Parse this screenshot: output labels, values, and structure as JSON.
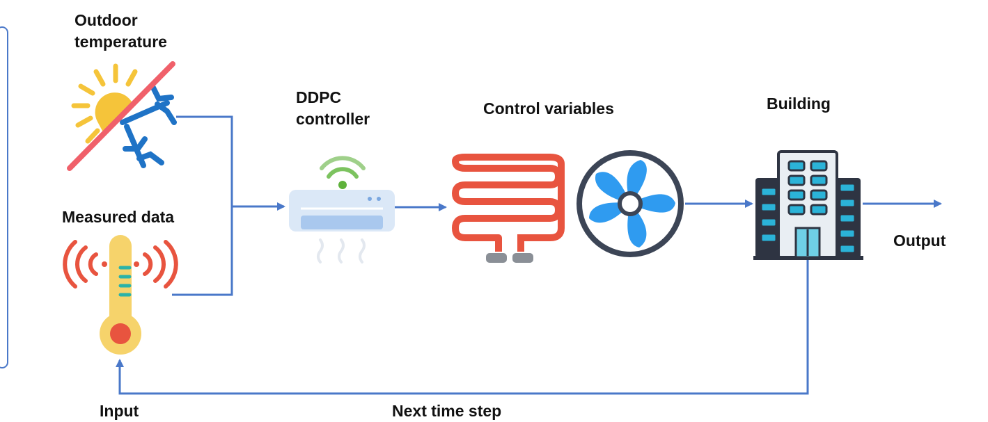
{
  "labels": {
    "outdoor_temperature": [
      "Outdoor",
      "temperature"
    ],
    "measured_data": "Measured data",
    "ddpc_controller": [
      "DDPC",
      "controller"
    ],
    "control_variables": "Control variables",
    "building": "Building",
    "output": "Output",
    "input": "Input",
    "next_time_step": "Next time step"
  },
  "icons": {
    "outdoor": "sun-snowflake-icon",
    "measured": "thermometer-icon",
    "controller": "air-conditioner-icon",
    "heater": "radiator-coil-icon",
    "fan": "fan-icon",
    "building": "building-icon"
  },
  "colors": {
    "arrow": "#4a78c9",
    "sun": "#f5c43a",
    "snowflake": "#1f73c6",
    "strike": "#f0606a",
    "coil": "#e8543f",
    "fan_blade": "#2f9bf0",
    "fan_ring": "#3c4556"
  }
}
